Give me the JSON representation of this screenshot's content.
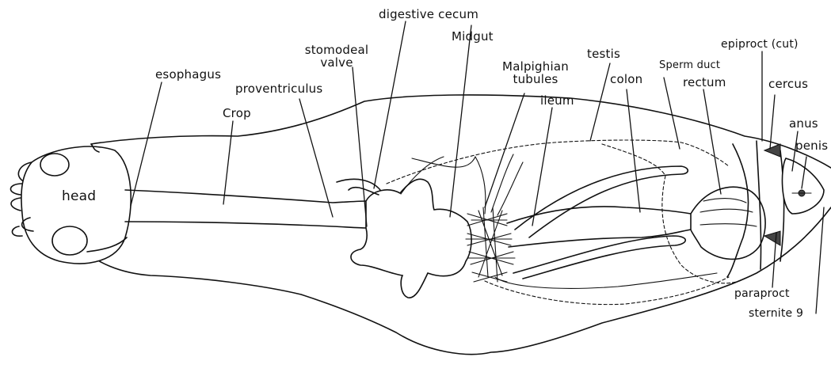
{
  "diagram": {
    "labels": {
      "digestive_cecum": "digestive cecum",
      "midgut": "Midgut",
      "stomodeal_valve": "stomodeal valve",
      "esophagus": "esophagus",
      "proventriculus": "proventriculus",
      "crop": "Crop",
      "head": "head",
      "malpighian_tubules": "Malpighian tubules",
      "testis": "testis",
      "ileum": "ileum",
      "colon": "colon",
      "sperm_duct": "Sperm duct",
      "rectum": "rectum",
      "epiproct": "epiproct (cut)",
      "cercus": "cercus",
      "anus": "anus",
      "penis": "penis",
      "paraproct": "paraproct",
      "sternite_9": "sternite 9"
    }
  }
}
